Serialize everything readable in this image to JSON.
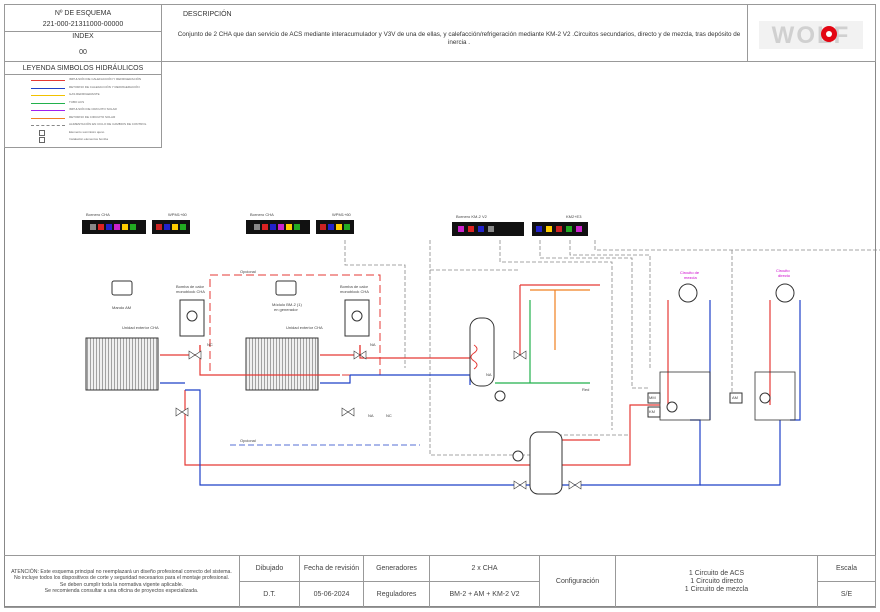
{
  "header": {
    "scheme_label": "Nº DE ESQUEMA",
    "scheme_number": "221-000-21311000-00000",
    "index_label": "INDEX",
    "index_value": "00",
    "description_label": "DESCRIPCIÓN",
    "description_text": "Conjunto de 2 CHA que dan servicio de ACS mediante interacumulador y V3V de una de ellas, y calefacción/refrigeración mediante KM-2 V2 .Circuitos secundarios, directo y de mezcla, tras depósito de inercia .",
    "logo_text": "WOLF"
  },
  "legend": {
    "title": "LEYENDA SIMBOLOS HIDRÁULICOS",
    "items": [
      {
        "label": "IMPULSIÓN DE CALEFACCIÓN Y REFRIGERACIÓN",
        "color": "#e53935",
        "dash": false
      },
      {
        "label": "RETORNO DE CALEFACCIÓN Y REFRIGERACIÓN",
        "color": "#1e40c8",
        "dash": false
      },
      {
        "label": "GAS REFRIGERANTE",
        "color": "#f2c200",
        "dash": false
      },
      {
        "label": "TUBO ACS",
        "color": "#22b14c",
        "dash": false
      },
      {
        "label": "IMPULSIÓN DE CIRCUITO SOLAR",
        "color": "#a020f0",
        "dash": false
      },
      {
        "label": "RETORNO DE CIRCUITO SOLAR",
        "color": "#f08020",
        "dash": false
      },
      {
        "label": "ALIMENTACIÓN EN CICLO DE CAMBIOS DE CONTROL",
        "color": "#888888",
        "dash": true
      },
      {
        "label": "Elemento suministro ajeno",
        "color": "#666666",
        "dash": false
      },
      {
        "label": "Instalación elementos bomba",
        "color": "#666666",
        "dash": false
      }
    ]
  },
  "diagram": {
    "labels": {
      "bornero_cha_1": "Bornero CHA",
      "wpm_1": "WPM1+60",
      "bornero_cha_2": "Bornero CHA",
      "wpm_2": "WPM1+60",
      "bornero_km2": "Bornero KM-2 V2",
      "km_e3": "KM2+E3",
      "opcional_top": "Opcional",
      "opcional_bottom": "Opcional",
      "mando_am": "Mando AM",
      "modulo_bm2": "Módulo BM-2 (1)",
      "modulo_bm2_sub": "en generador",
      "bomba_1": "Bomba de calor",
      "bomba_1b": "monoblock CHA",
      "bomba_2": "Bomba de calor",
      "bomba_2b": "monoblock CHA",
      "exterior_1": "Unidad exterior CHA",
      "exterior_2": "Unidad exterior CHA",
      "circuito_mezcla_1": "Circuito de",
      "circuito_mezcla_2": "mezcla",
      "circuito_directo_1": "Circuito",
      "circuito_directo_2": "directo",
      "nc_1": "NC",
      "na_1": "NA",
      "na_2": "NA",
      "nc_2": "NC",
      "na_3": "NA",
      "red": "Red",
      "mm_box": "MM",
      "am_box": "AM",
      "km_box": "KM"
    }
  },
  "footer": {
    "notice_title": "ATENCIÓN: Este esquema principal no reemplazará un diseño profesional correcto del sistema.",
    "notice_lines": [
      "No incluye todos los dispositivos de corte y seguridad necesarios para el montaje profesional.",
      "Se deben cumplir toda la normativa vigente aplicable.",
      "Se recomienda consultar a una oficina de proyectos especializada."
    ],
    "dibujado_label": "Dibujado",
    "dibujado_value": "D.T.",
    "fecha_label": "Fecha de revisión",
    "fecha_value": "05-06-2024",
    "generadores_label": "Generadores",
    "generadores_value": "2 x CHA",
    "reguladores_label": "Reguladores",
    "reguladores_value": "BM-2 + AM + KM-2 V2",
    "configuracion_label": "Configuración",
    "configuracion_lines": [
      "1 Circuito de ACS",
      "1 Circuito directo",
      "1 Circuito de mezcla"
    ],
    "escala_label": "Escala",
    "escala_value": "S/E"
  }
}
